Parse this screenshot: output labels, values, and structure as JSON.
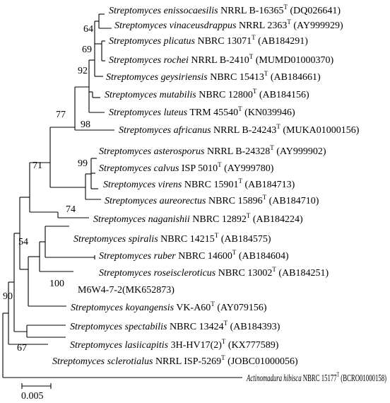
{
  "tree": {
    "leaves": [
      {
        "genus": "Streptomyces",
        "species": "enissocaesilis",
        "strain": "NRRL B-16365",
        "type_strain": "T",
        "accession": "(DQ026641)"
      },
      {
        "genus": "Streptomyces",
        "species": "vinaceusdrappus",
        "strain": "NRRL 2363",
        "type_strain": "T",
        "accession": "(AY999929)"
      },
      {
        "genus": "Streptomyces",
        "species": "plicatus",
        "strain": "NBRC 13071",
        "type_strain": "T",
        "accession": "(AB184291)"
      },
      {
        "genus": "Streptomyces",
        "species": "rochei",
        "strain": "NRRL B-2410",
        "type_strain": "T",
        "accession": "(MUMD01000370)"
      },
      {
        "genus": "Streptomyces",
        "species": "geysiriensis",
        "strain": "NBRC 15413",
        "type_strain": "T",
        "accession": "(AB184661)"
      },
      {
        "genus": "Streptomyces",
        "species": "mutabilis",
        "strain": "NBRC 12800",
        "type_strain": "T",
        "accession": "(AB184156)"
      },
      {
        "genus": "Streptomyces",
        "species": "luteus",
        "strain": "TRM 45540",
        "type_strain": "T",
        "accession": "(KN039946)"
      },
      {
        "genus": "Streptomyces",
        "species": "africanus",
        "strain": "NRRL B-24243",
        "type_strain": "T",
        "accession": "(MUKA01000156)"
      },
      {
        "genus": "Streptomyces",
        "species": "asterosporus",
        "strain": "NRRL B-24328",
        "type_strain": "T",
        "accession": "(AY999902)"
      },
      {
        "genus": "Streptomyces",
        "species": "calvus",
        "strain": "ISP 5010",
        "type_strain": "T",
        "accession": "(AY999780)"
      },
      {
        "genus": "Streptomyces",
        "species": "virens",
        "strain": "NBRC 15901",
        "type_strain": "T",
        "accession": "(AB184713)"
      },
      {
        "genus": "Streptomyces",
        "species": "aureorectus",
        "strain": "NBRC 15896",
        "type_strain": "T",
        "accession": "(AB184710)"
      },
      {
        "genus": "Streptomyces",
        "species": "naganishii",
        "strain": "NBRC 12892",
        "type_strain": "T",
        "accession": "(AB184224)"
      },
      {
        "genus": "Streptomyces",
        "species": "spiralis",
        "strain": "NBRC 14215",
        "type_strain": "T",
        "accession": "(AB184575)"
      },
      {
        "genus": "Streptomyces",
        "species": "ruber",
        "strain": "NBRC 14600",
        "type_strain": "T",
        "accession": "(AB184604)"
      },
      {
        "genus": "Streptomyces",
        "species": "roseiscleroticus",
        "strain": "NBRC 13002",
        "type_strain": "T",
        "accession": "(AB184251)"
      },
      {
        "genus": "",
        "species": "",
        "strain": "M6W4-7-2(MK652873)",
        "type_strain": "",
        "accession": ""
      },
      {
        "genus": "Streptomyces",
        "species": "koyangensis",
        "strain": "VK-A60",
        "type_strain": "T",
        "accession": "(AY079156)"
      },
      {
        "genus": "Streptomyces",
        "species": "spectabilis",
        "strain": "NBRC 13424",
        "type_strain": "T",
        "accession": "(AB184393)"
      },
      {
        "genus": "Streptomyces",
        "species": "lasiicapitis",
        "strain": "3H-HV17(2)",
        "type_strain": "T",
        "accession": "(KX777589)"
      },
      {
        "genus": "Streptomyces",
        "species": "sclerotialus",
        "strain": "NRRL ISP-5269",
        "type_strain": "T",
        "accession": "(JOBC01000056)"
      },
      {
        "genus": "Actinomadura",
        "species": "hibisca",
        "strain": "NBRC 15177",
        "type_strain": "T",
        "accession": "(BCRO01000158)"
      }
    ],
    "bootstrap": [
      "64",
      "69",
      "92",
      "77",
      "98",
      "99",
      "71",
      "74",
      "54",
      "100",
      "90",
      "67"
    ],
    "scale_bar": {
      "label": "0.005",
      "value": 0.005
    }
  }
}
